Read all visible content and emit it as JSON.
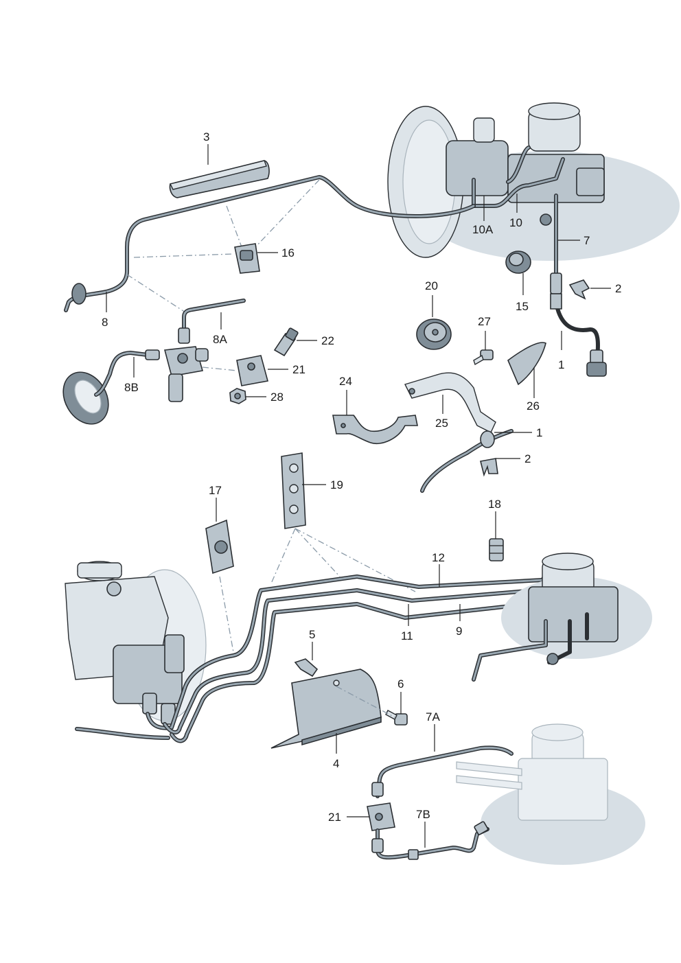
{
  "labels": {
    "l3": "3",
    "l16": "16",
    "l8": "8",
    "l8a": "8A",
    "l8b": "8B",
    "l22": "22",
    "l21": "21",
    "l28": "28",
    "l20": "20",
    "l27": "27",
    "l24": "24",
    "l25": "25",
    "l26": "26",
    "l10a": "10A",
    "l10": "10",
    "l7": "7",
    "l2a": "2",
    "l15": "15",
    "l1a": "1",
    "l1b": "1",
    "l2b": "2",
    "l19": "19",
    "l17": "17",
    "l18": "18",
    "l12": "12",
    "l11": "11",
    "l9": "9",
    "l5": "5",
    "l6": "6",
    "l4": "4",
    "l7a": "7A",
    "l21b": "21",
    "l7b": "7B"
  },
  "colors": {
    "pipe": "#2b2f33",
    "part_fill": "#b9c4cc",
    "part_dark": "#7f8d97",
    "ghost_fill": "#e9eef2",
    "leader_dashed": "#8a9aa8"
  }
}
